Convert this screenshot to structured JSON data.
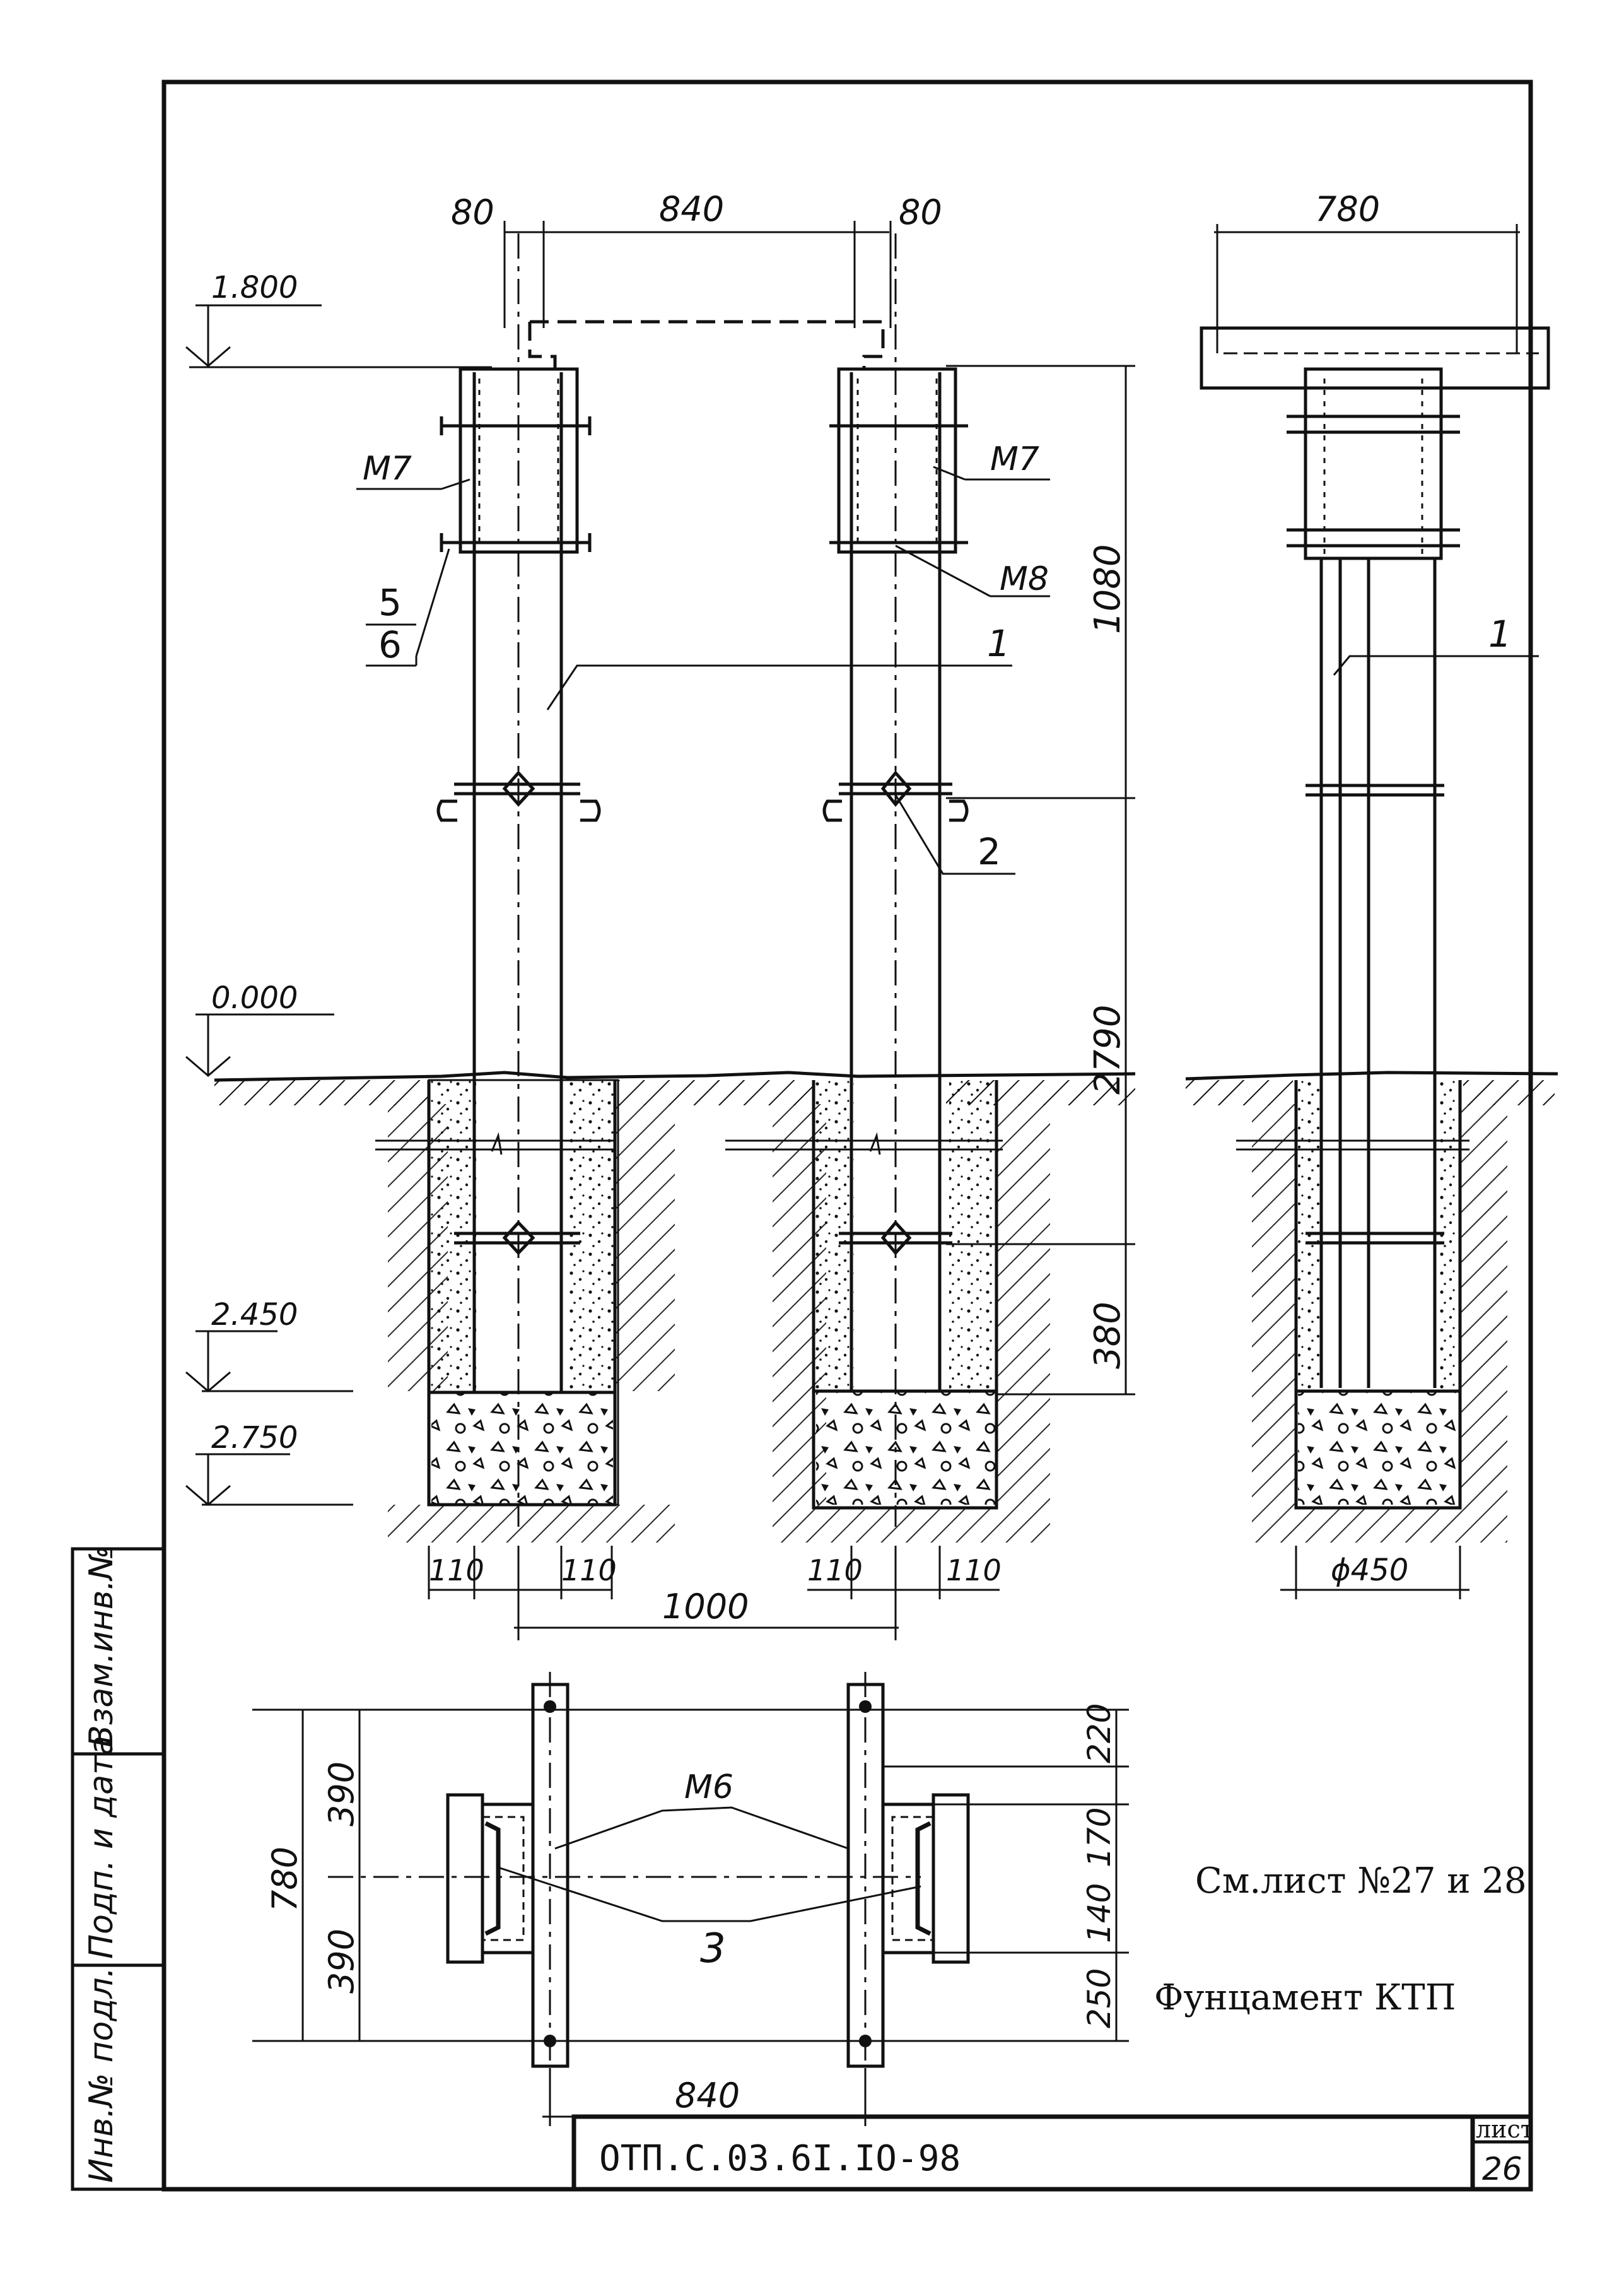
{
  "dimensions": {
    "top_80_left": "80",
    "top_840": "840",
    "top_80_right": "80",
    "top_780": "780",
    "right_1080": "1080",
    "right_2790": "2790",
    "right_380": "380",
    "bottom_110_1": "110",
    "bottom_110_2": "110",
    "bottom_110_3": "110",
    "bottom_110_4": "110",
    "bottom_1000": "1000",
    "bottom_phi450": "ϕ450",
    "plan_780": "780",
    "plan_390_top": "390",
    "plan_390_bottom": "390",
    "plan_220": "220",
    "plan_170": "170",
    "plan_140": "140",
    "plan_250": "250",
    "plan_840": "840"
  },
  "levels": {
    "l1": "1.800",
    "l2": "0.000",
    "l3": "2.450",
    "l4": "2.750"
  },
  "callouts": {
    "m7_left": "M7",
    "m7_right": "M7",
    "m8": "M8",
    "pos5": "5",
    "pos6": "6",
    "pos1_left": "1",
    "pos1_right": "1",
    "pos2": "2",
    "m6": "M6",
    "pos3": "3"
  },
  "notes": {
    "see_sheet": "См.лист №27 и 28",
    "caption": "Фунцамент КТП"
  },
  "side_stamp": {
    "inv_podl": "Инв.№ подл.",
    "podp_data": "Подп. и дата",
    "vzam_inv": "Взам.инв.№"
  },
  "title_block": {
    "doc_code": "ОТП.С.03.6I.IO-98",
    "sheet_label": "лист",
    "sheet_number": "26"
  }
}
